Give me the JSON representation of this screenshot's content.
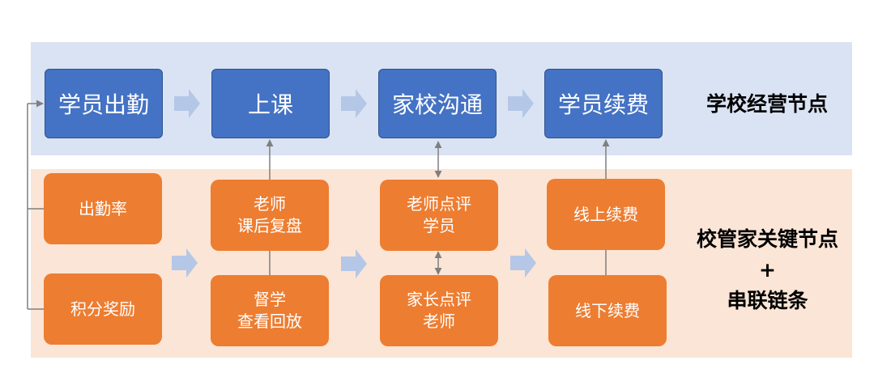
{
  "top_row": {
    "nodes": [
      "学员出勤",
      "上课",
      "家校沟通",
      "学员续费"
    ],
    "label": "学校经营节点"
  },
  "bottom_row": {
    "col1": [
      "出勤率",
      "积分奖励"
    ],
    "col2": [
      "老师\n课后复盘",
      "督学\n查看回放"
    ],
    "col3": [
      "老师点评\n学员",
      "家长点评\n老师"
    ],
    "col4": [
      "线上续费",
      "线下续费"
    ],
    "label": "校管家关键节点\n+\n串联链条"
  },
  "colors": {
    "top_band": "#dae3f3",
    "bottom_band": "#fbe5d6",
    "blue_box": "#4472c4",
    "orange_box": "#ed7d31",
    "arrow": "#b4c7e7",
    "connector": "#7f7f7f"
  }
}
